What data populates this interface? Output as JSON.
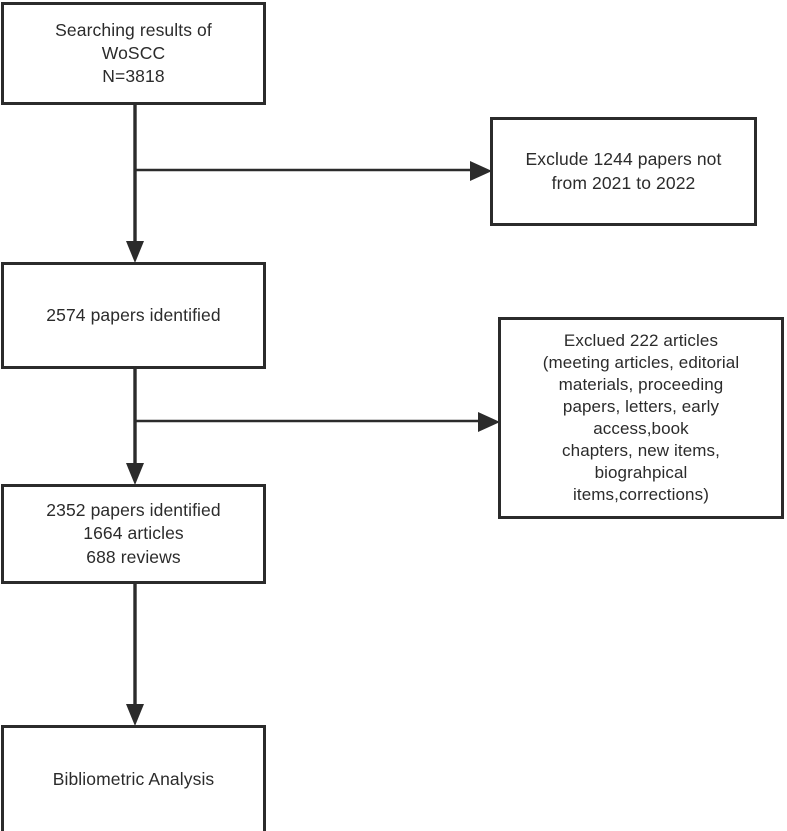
{
  "figure": {
    "type": "flowchart",
    "title": "Literature search and screening flowchart",
    "orientation": "top-to-bottom with right-side exclusion branches",
    "stroke_color": "#2b2b2b",
    "text_color": "#2b2b2b",
    "background_color": "#ffffff"
  },
  "nodes": {
    "source": {
      "id": "source",
      "label": "Searching results of\nWoSCC\nN=3818",
      "lines": [
        "Searching results of",
        "WoSCC",
        "N=3818"
      ],
      "count": 3818,
      "database": "WoSCC"
    },
    "excluded_year": {
      "id": "excluded_year",
      "label": "Exclude 1244 papers not\nfrom 2021 to 2022",
      "lines": [
        "Exclude 1244 papers not",
        "from 2021 to 2022"
      ],
      "count": 1244,
      "reason": "not from 2021 to 2022"
    },
    "identified_1": {
      "id": "identified_1",
      "label": "2574 papers identified",
      "lines": [
        "2574 papers identified"
      ],
      "count": 2574
    },
    "excluded_type": {
      "id": "excluded_type",
      "label": "Exclued 222 articles\n(meeting articles, editorial\nmaterials, proceeding\npapers, letters, early\naccess,book\nchapters, new items,\nbiograhpical\nitems,corrections)",
      "lines": [
        "Exclued 222 articles",
        "(meeting articles, editorial",
        "materials, proceeding",
        "papers, letters, early",
        "access,book",
        "chapters, new items,",
        "biograhpical",
        "items,corrections)"
      ],
      "count": 222,
      "reasons": [
        "meeting articles",
        "editorial materials",
        "proceeding papers",
        "letters",
        "early access",
        "book chapters",
        "new items",
        "biograhpical items",
        "corrections"
      ]
    },
    "identified_2": {
      "id": "identified_2",
      "label": "2352 papers identified\n1664 articles\n688 reviews",
      "lines": [
        "2352 papers identified",
        "1664 articles",
        "688 reviews"
      ],
      "count": 2352,
      "articles": 1664,
      "reviews": 688
    },
    "analysis": {
      "id": "analysis",
      "label": "Bibliometric Analysis",
      "lines": [
        "Bibliometric Analysis"
      ]
    }
  },
  "edges": [
    {
      "id": "edge-source-to-identified1",
      "from": "source",
      "to": "identified_1",
      "direction": "down",
      "arrow": true
    },
    {
      "id": "edge-branch-excluded-year",
      "from": "source",
      "to": "excluded_year",
      "direction": "right",
      "arrow": true
    },
    {
      "id": "edge-identified1-to-identified2",
      "from": "identified_1",
      "to": "identified_2",
      "direction": "down",
      "arrow": true
    },
    {
      "id": "edge-branch-excluded-type",
      "from": "identified_1",
      "to": "excluded_type",
      "direction": "right",
      "arrow": true
    },
    {
      "id": "edge-identified2-to-analysis",
      "from": "identified_2",
      "to": "analysis",
      "direction": "down",
      "arrow": true
    }
  ]
}
